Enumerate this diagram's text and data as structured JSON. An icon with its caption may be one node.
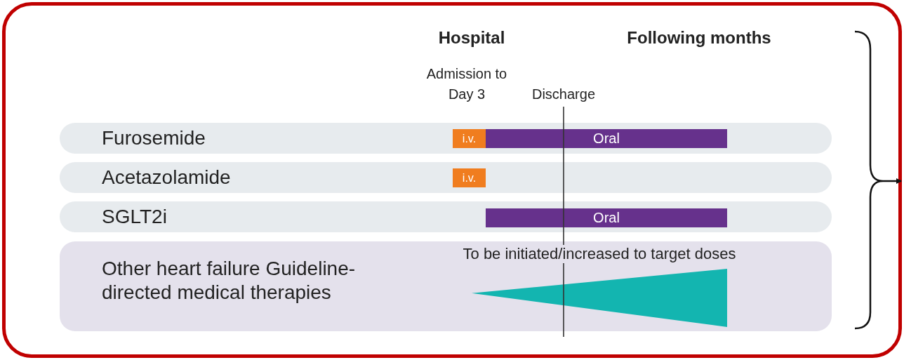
{
  "diagram": {
    "nodes": [
      {
        "text": [
          "Furosemide"
        ]
      },
      {
        "text": [
          "i.v."
        ],
        "in": 0
      },
      {
        "text": [
          "Oral"
        ],
        "in": 0
      },
      {
        "text": [
          "Acetazolamide"
        ]
      },
      {
        "text": [
          "i.v."
        ],
        "in": 3
      },
      {
        "text": [
          "SGLT2i"
        ]
      },
      {
        "text": [
          "Oral"
        ],
        "in": 5
      },
      {
        "text": [
          "Other heart failure Guideline-directed medical therapies"
        ]
      },
      {
        "text": [],
        "shape": "triangle",
        "in": 7,
        "beside": [
          "To be initiated/increased to target doses"
        ]
      }
    ],
    "edges": [],
    "labels": [
      "Hospital",
      "Following months",
      "Admission to Day 3",
      "Discharge"
    ]
  }
}
